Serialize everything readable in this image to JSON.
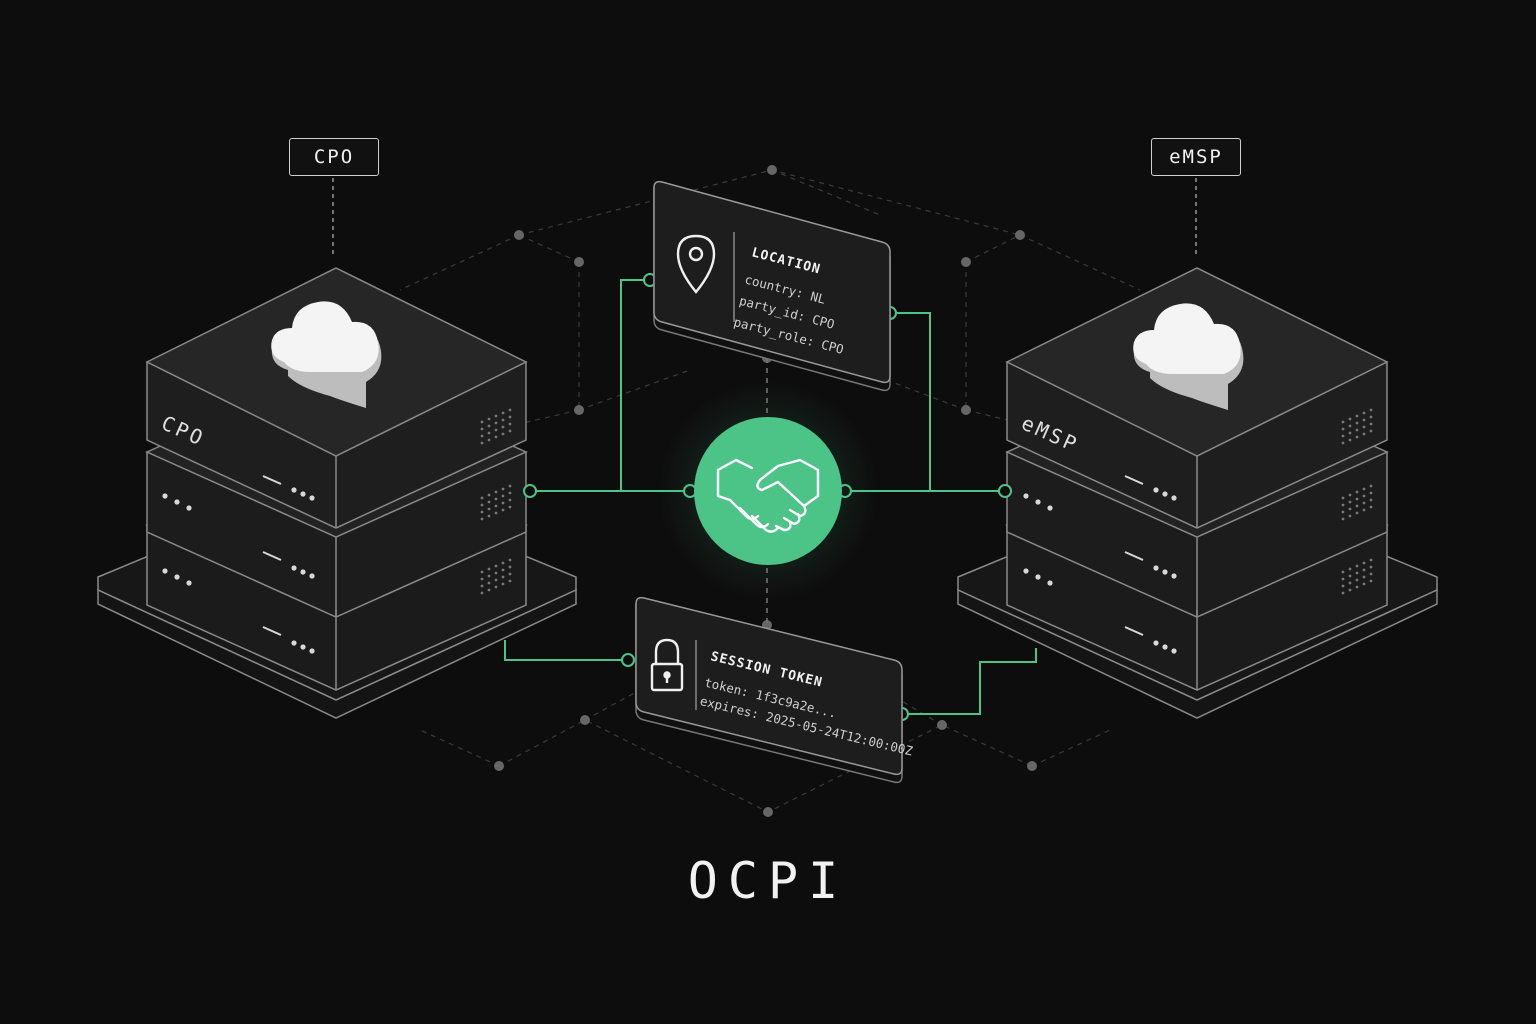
{
  "labels": {
    "cpo_tag": "CPO",
    "emsp_tag": "eMSP",
    "cpo_server": "CPO",
    "emsp_server": "eMSP",
    "title": "OCPI"
  },
  "location_card": {
    "heading": "LOCATION",
    "lines": [
      "country: NL",
      "party_id: CPO",
      "party_role: CPO"
    ]
  },
  "session_card": {
    "heading": "SESSION TOKEN",
    "lines": [
      "token: 1f3c9a2e...",
      "expires: 2025-05-24T12:00:00Z"
    ]
  },
  "icons": {
    "location": "map-pin-icon",
    "session": "padlock-icon",
    "hub": "handshake-icon",
    "server": "cloud-icon"
  },
  "colors": {
    "background": "#0d0d0d",
    "accent": "#4cc488",
    "panel": "#1c1c1c",
    "stroke": "#8a8a8a"
  }
}
